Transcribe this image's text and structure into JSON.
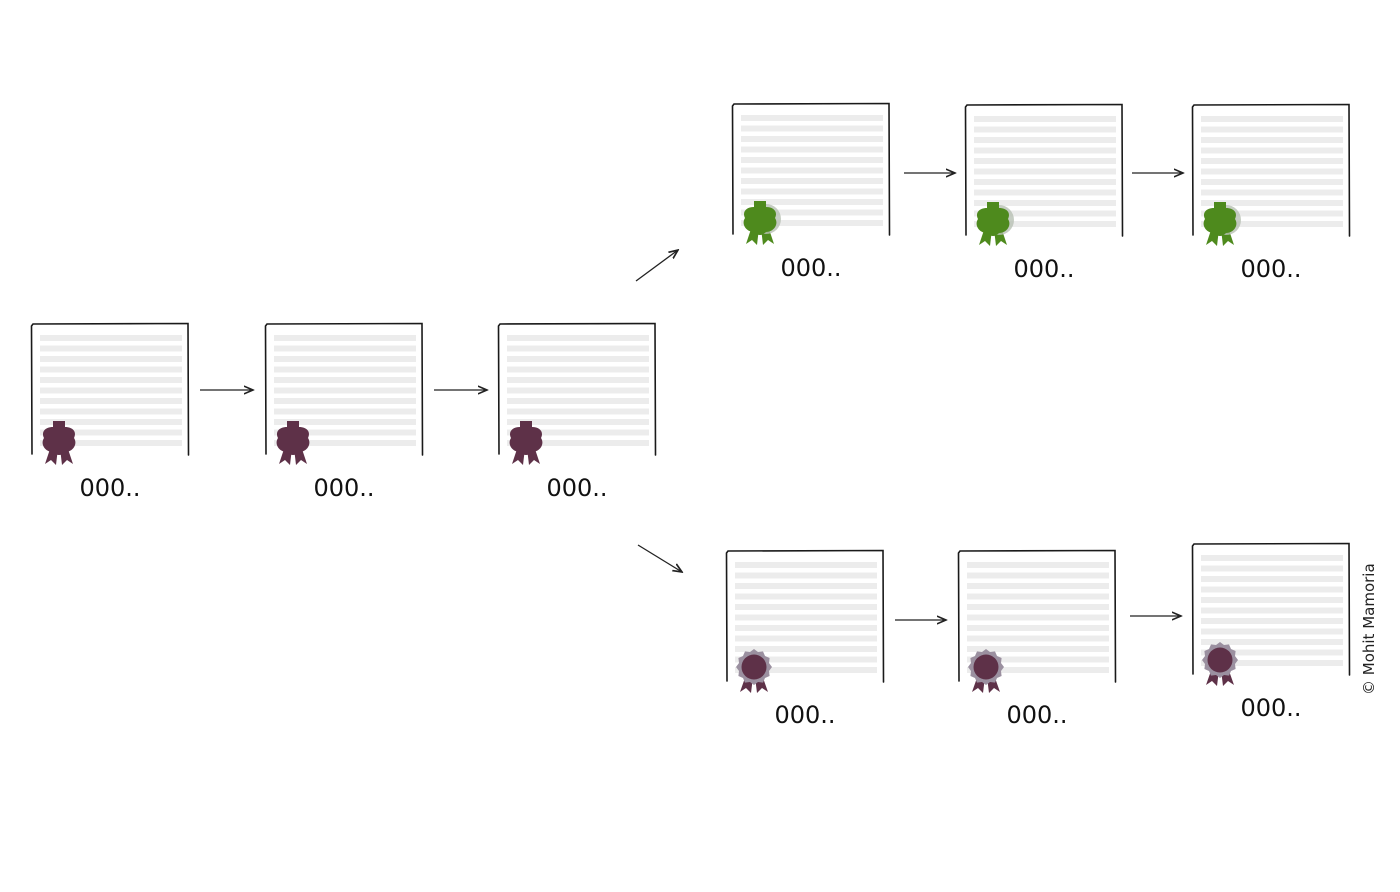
{
  "colors": {
    "main_seal": "#5e3148",
    "upper_seal": "#4e8a1d",
    "lower_seal": "#5e3148",
    "lower_seal_rim": "#9b90a0",
    "upper_seal_shadow": "#b8c0b4"
  },
  "chains": {
    "main": {
      "blocks": [
        {
          "label": "000..",
          "seal": "wax-seal-icon"
        },
        {
          "label": "000..",
          "seal": "wax-seal-icon"
        },
        {
          "label": "000..",
          "seal": "wax-seal-icon"
        }
      ]
    },
    "upper_fork": {
      "blocks": [
        {
          "label": "000..",
          "seal": "wax-seal-icon"
        },
        {
          "label": "000..",
          "seal": "wax-seal-icon"
        },
        {
          "label": "000..",
          "seal": "wax-seal-icon"
        }
      ]
    },
    "lower_fork": {
      "blocks": [
        {
          "label": "000..",
          "seal": "rosette-seal-icon"
        },
        {
          "label": "000..",
          "seal": "rosette-seal-icon"
        },
        {
          "label": "000..",
          "seal": "rosette-seal-icon"
        }
      ]
    }
  },
  "credit": "© Mohit Mamoria"
}
